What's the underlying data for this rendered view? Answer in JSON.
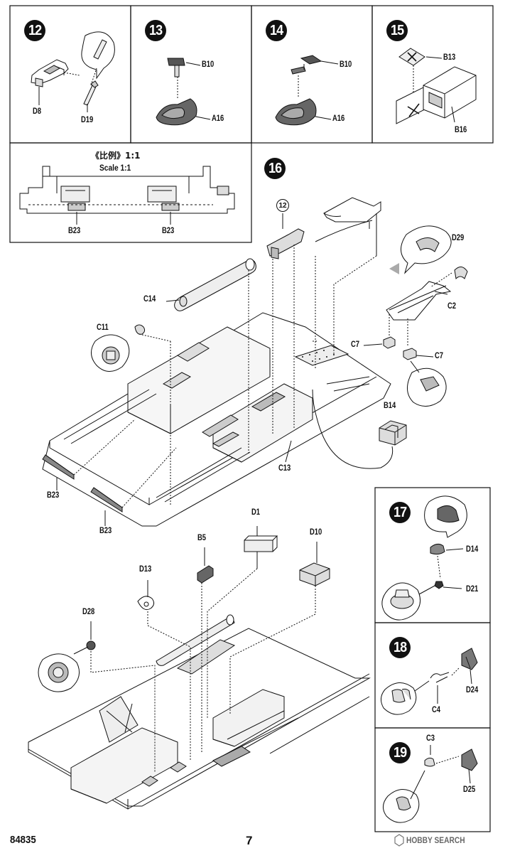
{
  "steps": {
    "s12": {
      "number": "12",
      "parts": [
        "D8",
        "D19"
      ]
    },
    "s13": {
      "number": "13",
      "parts": [
        "B10",
        "A16"
      ]
    },
    "s14": {
      "number": "14",
      "parts": [
        "B10",
        "A16"
      ]
    },
    "s15": {
      "number": "15",
      "parts": [
        "B13",
        "B16"
      ]
    },
    "scale_box": {
      "title_cn": "《比例》1:1",
      "title_en": "Scale 1:1",
      "parts": [
        "B23",
        "B23"
      ]
    },
    "s16": {
      "number": "16",
      "ref_step": "12",
      "parts": [
        "D29",
        "C14",
        "C2",
        "C11",
        "C7",
        "C7",
        "B14",
        "C13",
        "B23",
        "B23"
      ]
    },
    "lower": {
      "parts": [
        "D1",
        "B5",
        "D10",
        "D13",
        "D28"
      ]
    },
    "s17": {
      "number": "17",
      "parts": [
        "D14",
        "D21"
      ]
    },
    "s18": {
      "number": "18",
      "parts": [
        "C4",
        "D24"
      ]
    },
    "s19": {
      "number": "19",
      "parts": [
        "C3",
        "D25"
      ]
    }
  },
  "footer": {
    "product_code": "84835",
    "page_number": "7",
    "watermark": "HOBBY SEARCH"
  }
}
